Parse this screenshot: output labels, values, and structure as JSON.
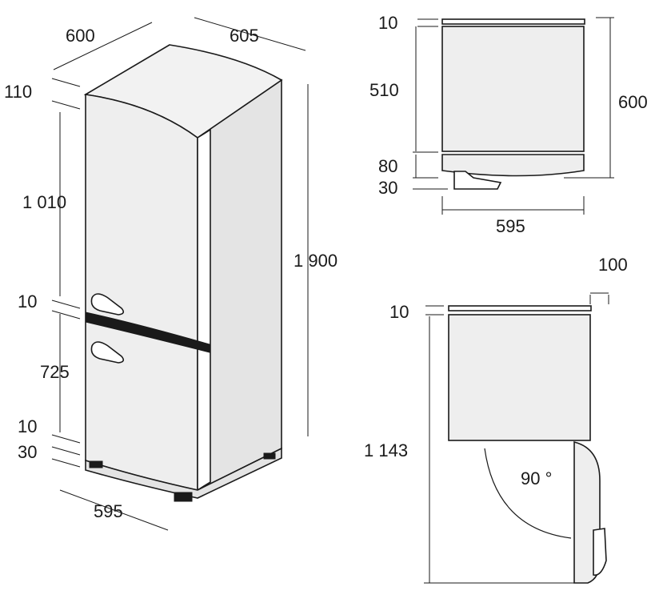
{
  "perspective_view": {
    "depth": "600",
    "width_top": "605",
    "top_cap": "110",
    "fridge_height": "1 010",
    "divider_upper": "10",
    "freezer_height": "725",
    "divider_lower": "10",
    "plinth": "30",
    "total_height": "1 900",
    "width_bottom": "595"
  },
  "side_view": {
    "top_gap": "10",
    "body_depth": "510",
    "total_depth": "600",
    "door_depth": "80",
    "handle_depth": "30",
    "width": "595"
  },
  "plan_view": {
    "clearance": "100",
    "top_gap": "10",
    "door_swing": "1 143",
    "angle": "90 °"
  }
}
